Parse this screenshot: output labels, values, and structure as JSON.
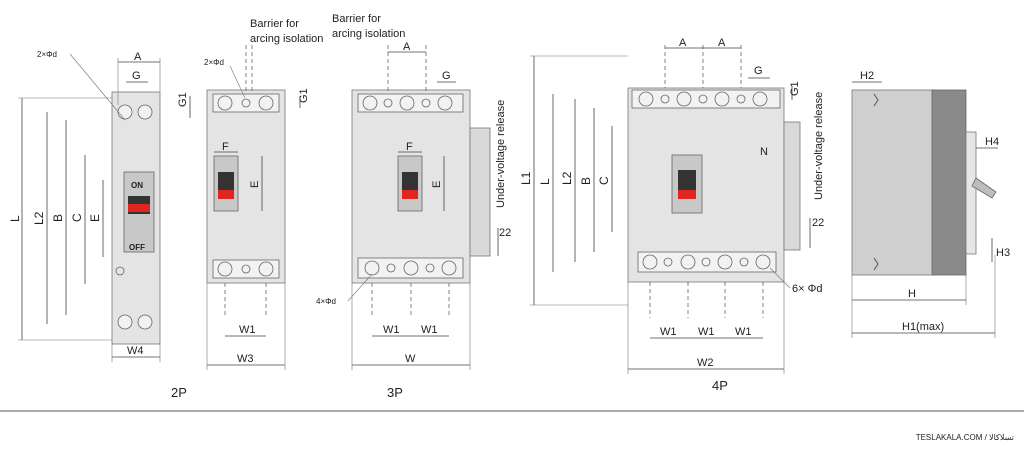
{
  "annotations": {
    "barrier_1": [
      "Barrier for",
      "arcing isolation"
    ],
    "barrier_2": [
      "Barrier for",
      "arcing isolation"
    ],
    "under_voltage_3p": "Under-voltage release",
    "under_voltage_4p": "Under-voltage release",
    "holes_2d_a": "2×Φd",
    "holes_2d_b": "2×Φd",
    "holes_4d": "4×Φd",
    "holes_6d": "6× Φd",
    "neutral": "N",
    "switch_on": "ON",
    "switch_off": "OFF"
  },
  "dimensions": {
    "A": "A",
    "G": "G",
    "G1": "G1",
    "L": "L",
    "L1": "L1",
    "L2": "L2",
    "B": "B",
    "C": "C",
    "E": "E",
    "F": "F",
    "W": "W",
    "W1": "W1",
    "W2": "W2",
    "W3": "W3",
    "W4": "W4",
    "H": "H",
    "H1": "H1(max)",
    "H2": "H2",
    "H3": "H3",
    "H4": "H4",
    "d22": "22"
  },
  "captions": {
    "p2": "2P",
    "p3": "3P",
    "p4": "4P"
  },
  "footer": {
    "watermark": "TESLAKALA.COM / تسلاکالا"
  },
  "colors": {
    "handle_red": "#e0261f",
    "body_grey": "#e4e4e4",
    "side_grey": "#8a8a8a"
  }
}
